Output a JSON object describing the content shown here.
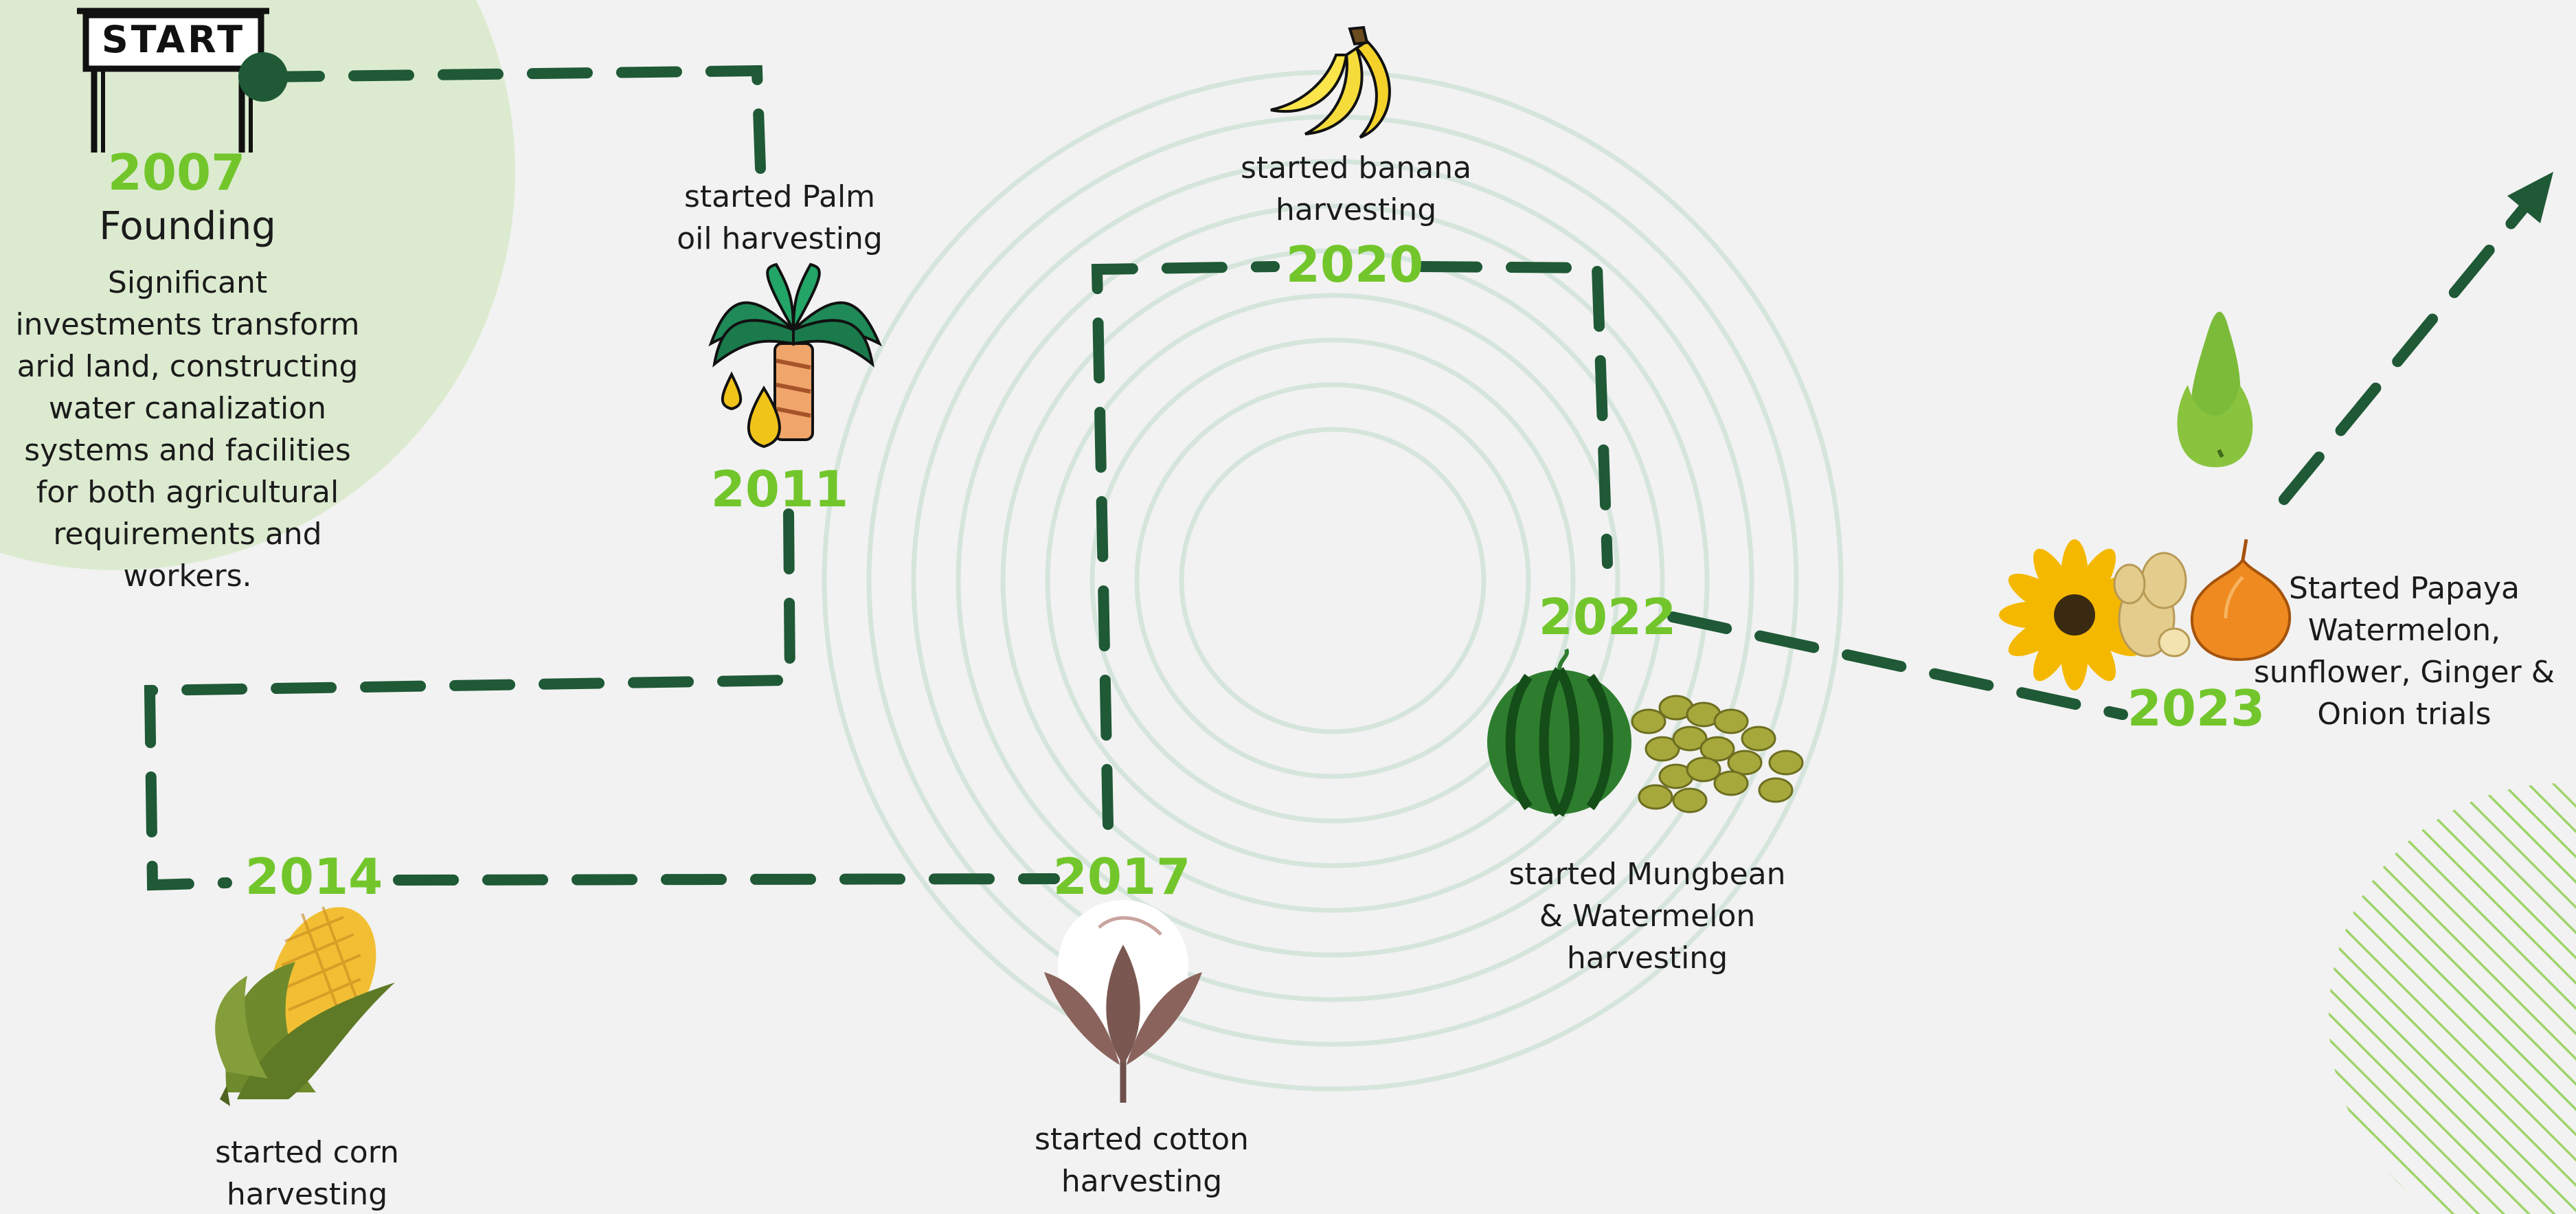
{
  "start_sign": {
    "text": "START",
    "icon": "start-sign-icon"
  },
  "milestones": [
    {
      "id": "2007",
      "year": "2007",
      "title": "Founding",
      "text": "Significant investments transform arid land, constructing water canalization systems and facilities for both agricultural requirements and workers."
    },
    {
      "id": "2011",
      "year": "2011",
      "lines": [
        "started Palm",
        "oil harvesting"
      ],
      "icon": "palm-oil-icon"
    },
    {
      "id": "2014",
      "year": "2014",
      "lines": [
        "started corn",
        "harvesting"
      ],
      "icon": "corn-icon"
    },
    {
      "id": "2017",
      "year": "2017",
      "lines": [
        "started cotton",
        "harvesting"
      ],
      "icon": "cotton-icon"
    },
    {
      "id": "2020",
      "year": "2020",
      "lines": [
        "started banana",
        "harvesting"
      ],
      "icon": "banana-icon"
    },
    {
      "id": "2022",
      "year": "2022",
      "lines": [
        "started Mungbean",
        "& Watermelon",
        "harvesting"
      ],
      "icons": [
        "watermelon-icon",
        "mungbean-icon"
      ]
    },
    {
      "id": "2023",
      "year": "2023",
      "lines": [
        "Started Papaya",
        "Watermelon,",
        "sunflower, Ginger &",
        "Onion trials"
      ],
      "icons": [
        "papaya-icon",
        "sunflower-icon",
        "ginger-icon",
        "onion-icon"
      ]
    }
  ],
  "colors": {
    "path": "#1f5936",
    "year": "#72c62b",
    "background": "#f2f2f2",
    "accent_blob": "#dcebd0",
    "rings": "#d6e5dc"
  }
}
